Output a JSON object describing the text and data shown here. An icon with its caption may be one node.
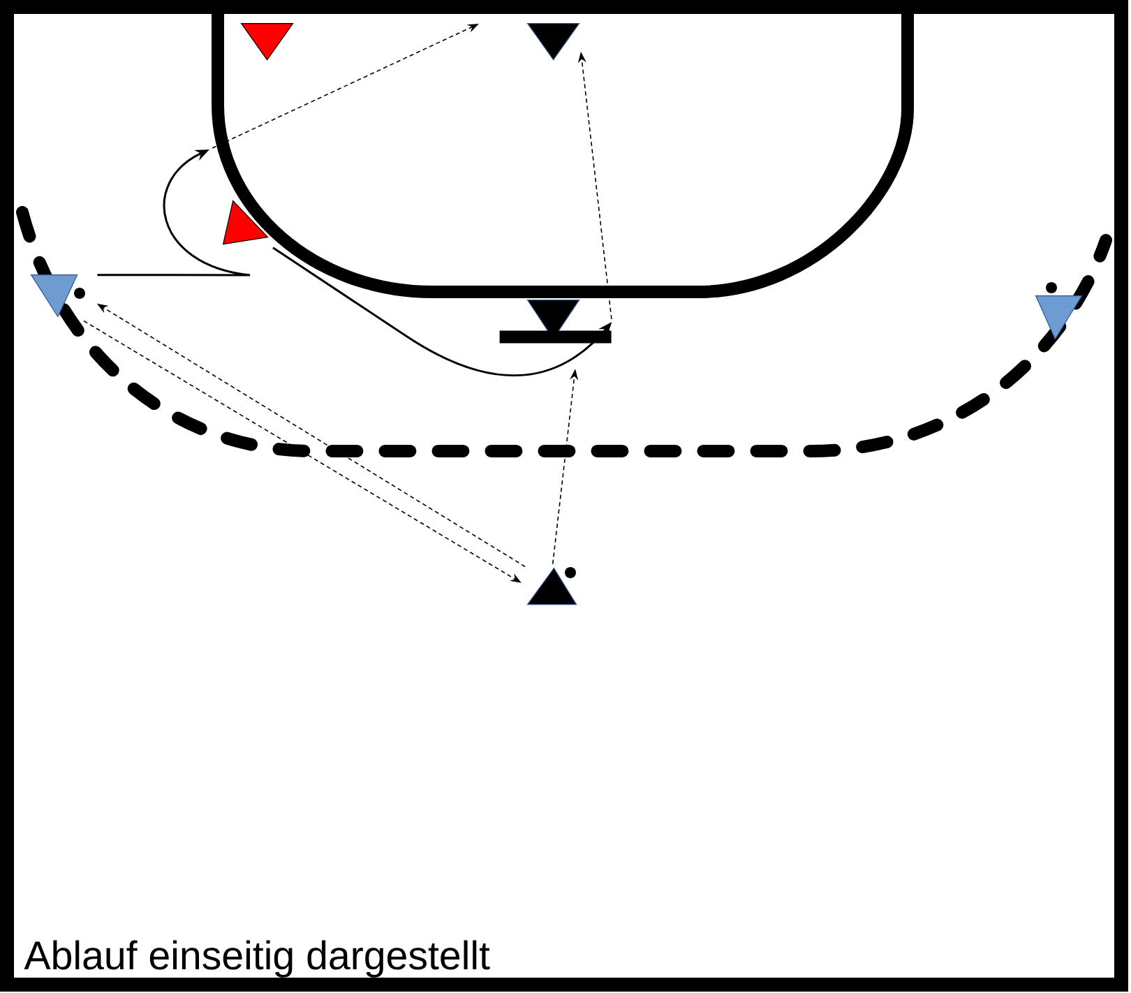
{
  "diagram": {
    "nodes": [
      {
        "text": [],
        "shape": "triangle"
      },
      {
        "text": [],
        "shape": "triangle"
      },
      {
        "text": [],
        "shape": "triangle"
      },
      {
        "text": [],
        "shape": "triangle"
      },
      {
        "text": [],
        "shape": "triangle"
      },
      {
        "text": [],
        "shape": "triangle"
      },
      {
        "text": [],
        "shape": "triangle"
      }
    ],
    "edges": [
      {
        "from": 3,
        "to": null,
        "arrow": "to"
      },
      {
        "from": 2,
        "to": 4,
        "arrow": "to"
      },
      {
        "from": 4,
        "to": 1,
        "arrow": "to",
        "style": "dashed"
      },
      {
        "from": 6,
        "to": 3,
        "arrow": "to",
        "style": "dashed"
      },
      {
        "from": 3,
        "to": 6,
        "arrow": "to",
        "style": "dashed"
      },
      {
        "from": 6,
        "to": 4,
        "arrow": "to",
        "style": "dashed"
      }
    ],
    "labels": [
      "Ablauf einseitig dargestellt"
    ]
  }
}
